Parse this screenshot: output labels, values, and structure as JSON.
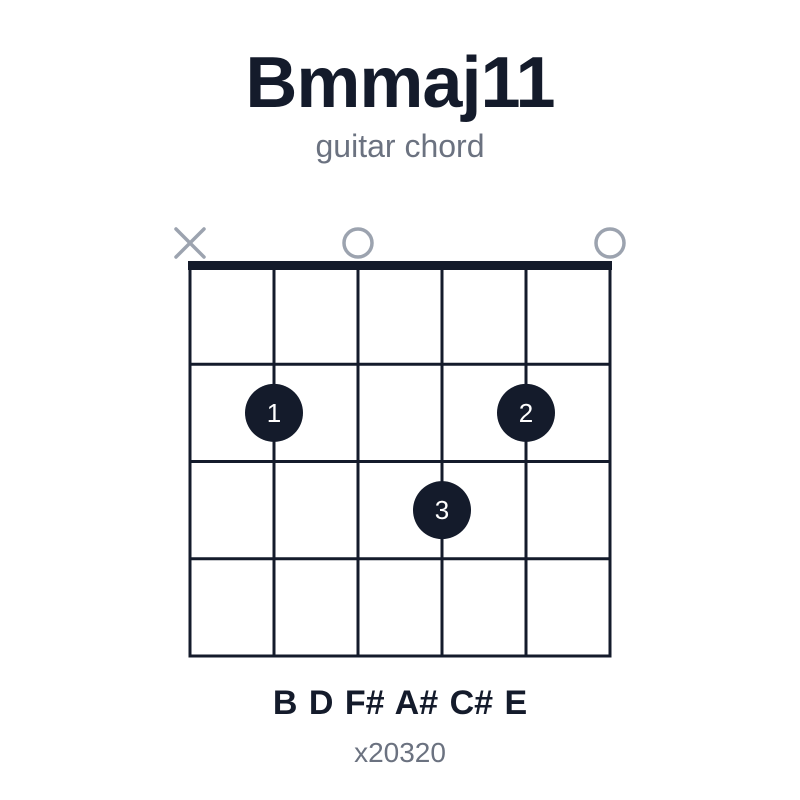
{
  "chord": {
    "name": "Bmmaj11",
    "subtitle": "guitar chord",
    "notes": "B D F# A# C# E",
    "fingering": "x20320"
  },
  "diagram": {
    "strings": 6,
    "frets_shown": 4,
    "string_markers": [
      "mute",
      "none",
      "open",
      "none",
      "none",
      "open"
    ],
    "fingers": [
      {
        "string": 2,
        "fret": 2,
        "label": "1"
      },
      {
        "string": 5,
        "fret": 2,
        "label": "2"
      },
      {
        "string": 4,
        "fret": 3,
        "label": "3"
      }
    ]
  },
  "colors": {
    "ink": "#141b2b",
    "marker": "#9ca3af",
    "subtle_text": "#6b7280",
    "finger_text": "#ffffff"
  }
}
